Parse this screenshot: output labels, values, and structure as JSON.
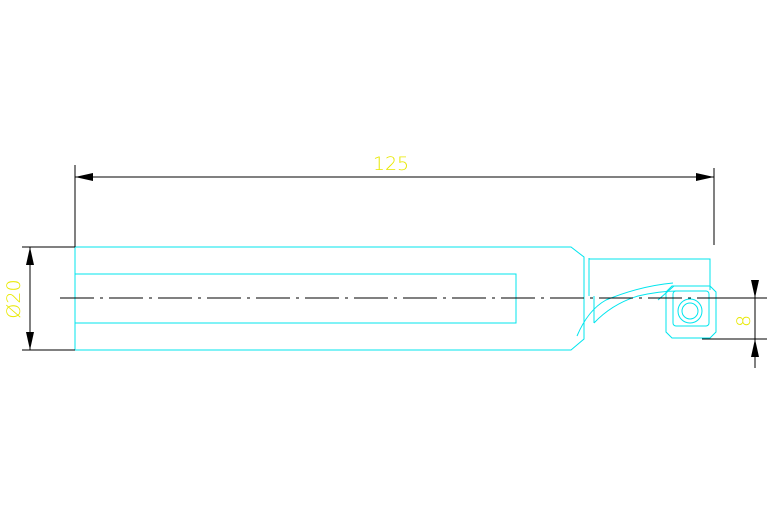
{
  "dimensions": {
    "overall_length": "125",
    "shank_diameter": "Ø20",
    "insert_offset": "8"
  },
  "colors": {
    "geometry": "#00e5ee",
    "dimension_lines": "#000000",
    "dimension_text": "#e8e800",
    "centerline": "#000000",
    "background": "#ffffff"
  }
}
